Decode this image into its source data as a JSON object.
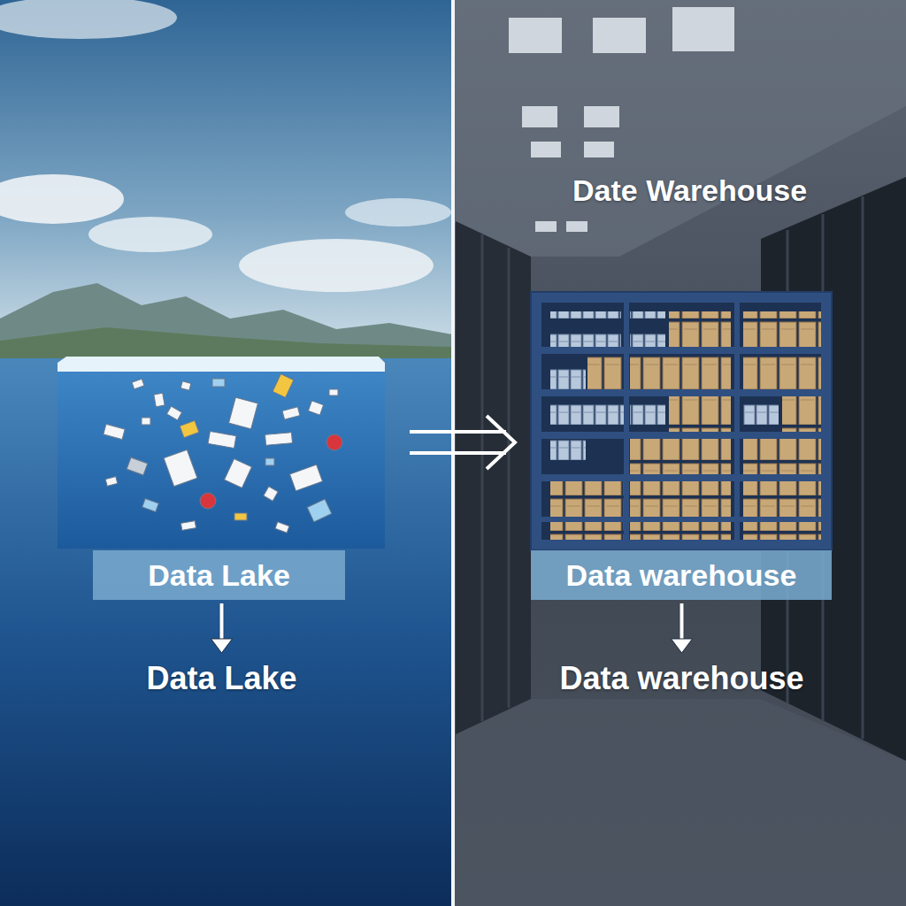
{
  "diagram": {
    "title": "Date Warehouse",
    "nodes": [
      {
        "text": [
          "Data Lake"
        ]
      },
      {
        "text": [
          "Data Lake"
        ]
      },
      {
        "text": [
          "Data warehouse"
        ]
      },
      {
        "text": [
          "Data warehouse"
        ]
      }
    ],
    "edges": [
      {
        "from": 0,
        "to": 2,
        "arrow": "to"
      },
      {
        "from": 0,
        "to": 1,
        "arrow": "to"
      },
      {
        "from": 2,
        "to": 3,
        "arrow": "to"
      }
    ]
  }
}
